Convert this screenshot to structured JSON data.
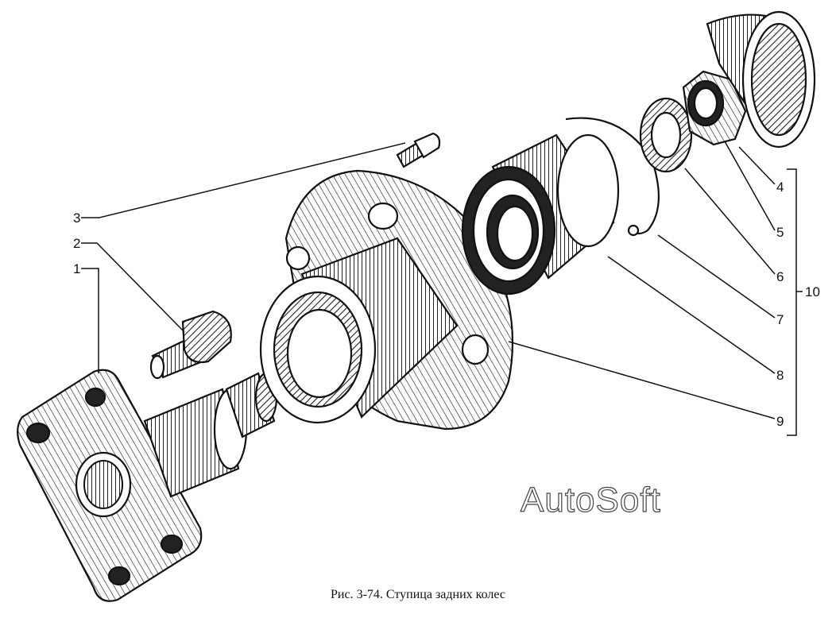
{
  "callouts": {
    "l1": "1",
    "l2": "2",
    "l3": "3",
    "l4": "4",
    "l5": "5",
    "l6": "6",
    "l7": "7",
    "l8": "8",
    "l9": "9",
    "l10": "10"
  },
  "watermark": "AutoSoft",
  "caption": "Рис. 3-74. Ступица задних колес",
  "colors": {
    "ink": "#111111",
    "paper": "#ffffff"
  }
}
